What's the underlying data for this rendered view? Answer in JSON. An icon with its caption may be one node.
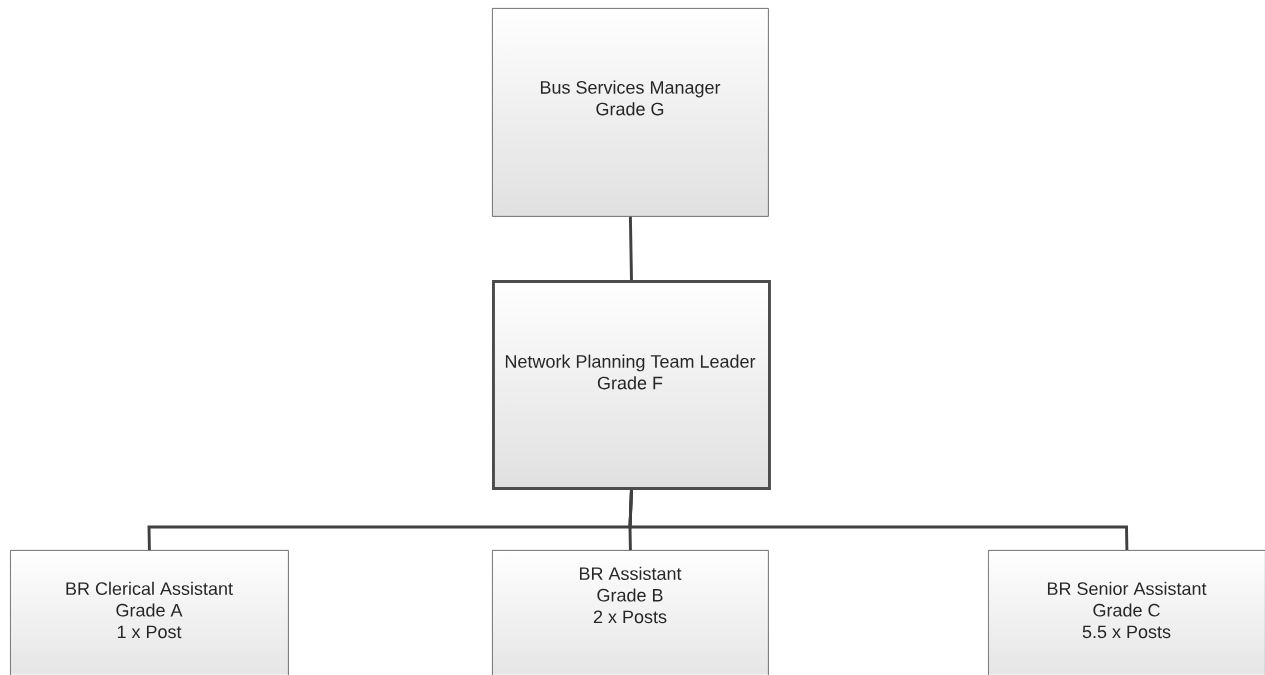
{
  "diagram": {
    "nodes": [
      {
        "text": [
          "Bus Services Manager",
          "Grade G"
        ]
      },
      {
        "text": [
          "Network Planning Team Leader",
          "Grade F"
        ]
      },
      {
        "text": [
          "BR Clerical Assistant",
          "Grade A",
          "1 x Post"
        ]
      },
      {
        "text": [
          "BR Assistant",
          "Grade B",
          "2 x Posts"
        ]
      },
      {
        "text": [
          "BR Senior Assistant",
          "Grade C",
          "5.5 x Posts"
        ]
      }
    ],
    "edges": [
      {
        "from": 0,
        "to": 1,
        "arrow": "none"
      },
      {
        "from": 1,
        "to": 2,
        "arrow": "none"
      },
      {
        "from": 1,
        "to": 3,
        "arrow": "none"
      },
      {
        "from": 1,
        "to": 4,
        "arrow": "none"
      }
    ]
  }
}
